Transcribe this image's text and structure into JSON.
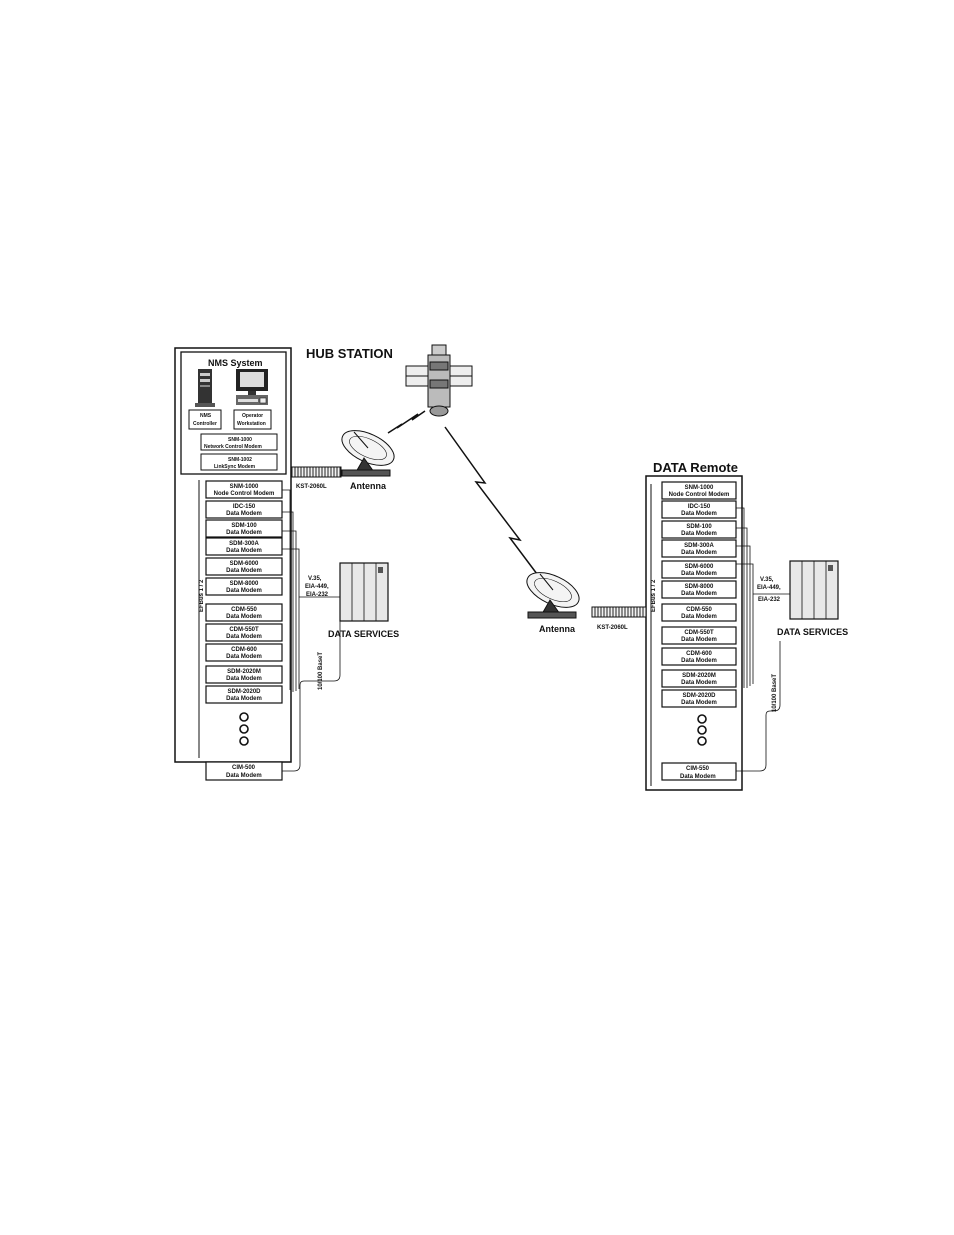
{
  "hub": {
    "title": "HUB STATION",
    "nms": {
      "title": "NMS System",
      "controller": [
        "NMS",
        "Controller"
      ],
      "workstation": [
        "Operator",
        "Workstation"
      ],
      "network_modem": [
        "SNM-1000",
        "Network Control Modem"
      ],
      "linksync_modem": [
        "SNM-1002",
        "LinkSync Modem"
      ]
    },
    "modems": [
      [
        "SNM-1000",
        "Node Control Modem"
      ],
      [
        "IDC-150",
        "Data Modem"
      ],
      [
        "SDM-100",
        "Data Modem"
      ],
      [
        "SDM-300A",
        "Data Modem"
      ],
      [
        "SDM-6000",
        "Data Modem"
      ],
      [
        "SDM-8000",
        "Data Modem"
      ],
      [
        "CDM-550",
        "Data Modem"
      ],
      [
        "CDM-550T",
        "Data Modem"
      ],
      [
        "CDM-600",
        "Data Modem"
      ],
      [
        "SDM-2020M",
        "Data Modem"
      ],
      [
        "SDM-2020D",
        "Data Modem"
      ]
    ],
    "bottom_modem": [
      "CIM-500",
      "Data Modem"
    ],
    "bus_label": "EFBus 1 / 2",
    "interfaces": [
      "V.35,",
      "EIA-449,",
      "EIA-232"
    ],
    "lan_label": "10/100 BaseT",
    "services_label": "DATA SERVICES",
    "converter_label": "KST-2060L",
    "antenna_label": "Antenna"
  },
  "remote": {
    "title": "DATA Remote",
    "modems": [
      [
        "SNM-1000",
        "Node Control Modem"
      ],
      [
        "IDC-150",
        "Data Modem"
      ],
      [
        "SDM-100",
        "Data Modem"
      ],
      [
        "SDM-300A",
        "Data Modem"
      ],
      [
        "SDM-6000",
        "Data Modem"
      ],
      [
        "SDM-8000",
        "Data Modem"
      ],
      [
        "CDM-550",
        "Data Modem"
      ],
      [
        "CDM-550T",
        "Data Modem"
      ],
      [
        "CDM-600",
        "Data Modem"
      ],
      [
        "SDM-2020M",
        "Data Modem"
      ],
      [
        "SDM-2020D",
        "Data Modem"
      ]
    ],
    "bottom_modem": [
      "CIM-550",
      "Data Modem"
    ],
    "bus_label": "EFBus 1 / 2",
    "interfaces": [
      "V.35,",
      "EIA-449,",
      "EIA-232"
    ],
    "lan_label": "10/100 BaseT",
    "services_label": "DATA SERVICES",
    "converter_label": "KST-2060L",
    "antenna_label": "Antenna"
  }
}
